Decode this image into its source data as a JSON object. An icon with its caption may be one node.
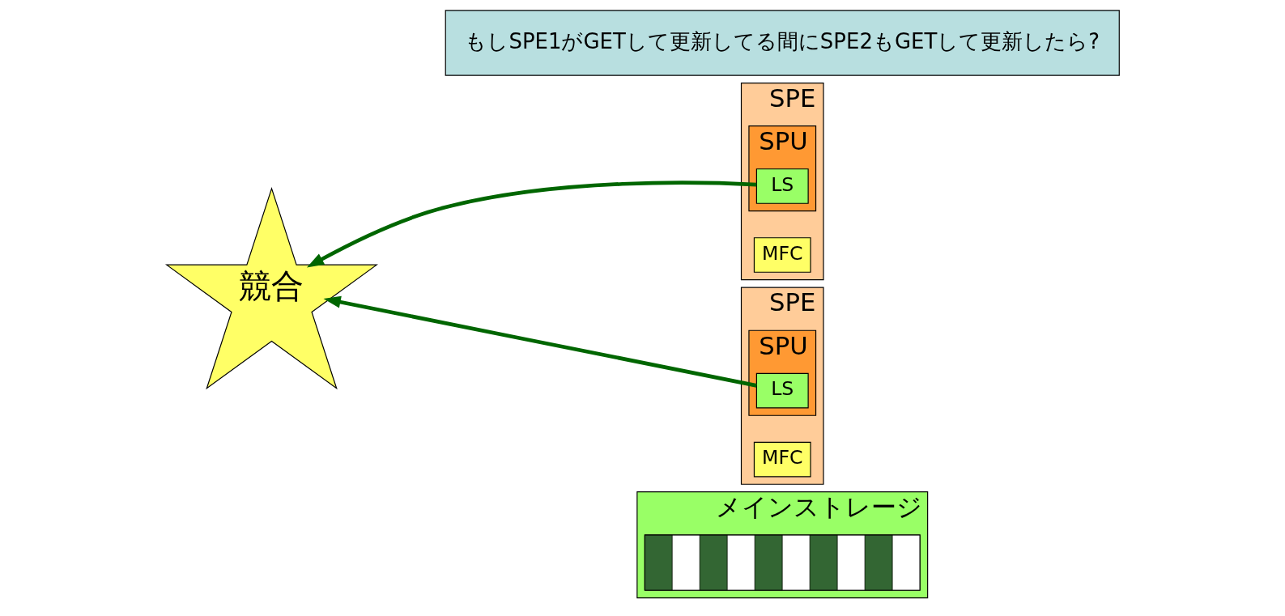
{
  "diagram": {
    "nodes": [
      {
        "text": [
          "メインストレージ"
        ]
      },
      {
        "text": [],
        "shape": "bar",
        "in": 0
      },
      {
        "text": [
          "競合"
        ]
      },
      {
        "text": [
          "もしSPE1がGETして更新してる間にSPE2もGETして更新したら?"
        ]
      },
      {
        "text": [
          "SPE"
        ]
      },
      {
        "text": [
          "MFC"
        ],
        "in": 4
      },
      {
        "text": [
          "SPU"
        ],
        "in": 4
      },
      {
        "text": [
          "LS"
        ],
        "in": 6
      },
      {
        "text": [
          "SPE"
        ]
      },
      {
        "text": [
          "MFC"
        ],
        "in": 8
      },
      {
        "text": [
          "SPU"
        ],
        "in": 8
      },
      {
        "text": [
          "LS"
        ],
        "in": 10
      }
    ],
    "edges": [
      {
        "from": 7,
        "to": 2,
        "arrow": "to",
        "color": "#006600"
      },
      {
        "from": 11,
        "to": 2,
        "arrow": "to",
        "color": "#006600"
      }
    ]
  }
}
